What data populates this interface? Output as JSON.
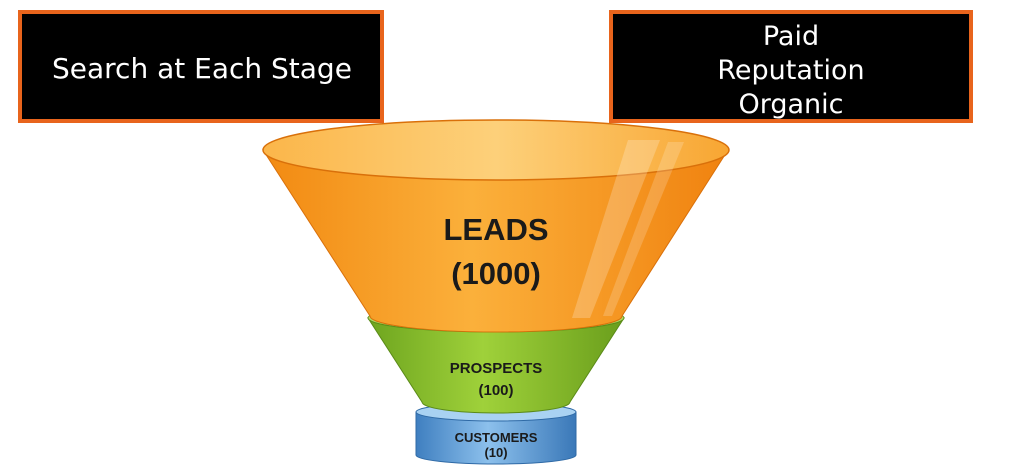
{
  "left_box": {
    "text": "Search at Each Stage"
  },
  "right_box": {
    "lines": [
      "Paid",
      "Reputation",
      "Organic"
    ]
  },
  "funnel": {
    "stages": [
      {
        "name": "LEADS",
        "count": "(1000)",
        "color": "#f7941d"
      },
      {
        "name": "PROSPECTS",
        "count": "(100)",
        "color": "#8cbf2a"
      },
      {
        "name": "CUSTOMERS",
        "count": "(10)",
        "color": "#5b9bd5"
      }
    ]
  },
  "colors": {
    "box_border": "#e8641c",
    "box_fill": "#000000"
  }
}
